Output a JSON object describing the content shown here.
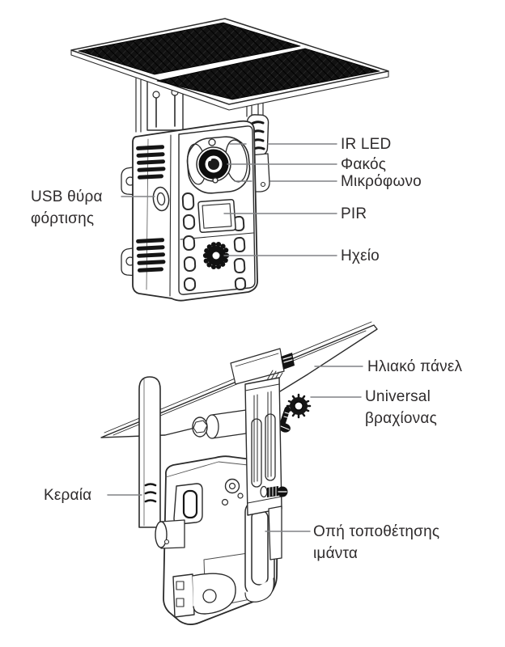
{
  "document": {
    "type": "product-parts-diagram",
    "language": "Greek",
    "background": "#ffffff"
  },
  "illustration": {
    "line_color": "#2b2b2b",
    "leader_line_color": "#808285",
    "solar_panel_fill": "#121212",
    "text_color": "#2e2b2c"
  },
  "front_view": {
    "name": "solar-camera-front-view",
    "callouts": {
      "ir_led": "IR LED",
      "lens": "Φακός",
      "microphone": "Μικρόφωνο",
      "pir": "PIR",
      "speaker": "Ηχείο",
      "usb_port": "USB θύρα\nφόρτισης"
    }
  },
  "back_view": {
    "name": "solar-camera-back-view",
    "callouts": {
      "solar_panel": "Ηλιακό πάνελ",
      "universal_bracket": "Universal\nβραχίονας",
      "antenna": "Κεραία",
      "strap_hole": "Οπή τοποθέτησης\nιμάντα"
    }
  }
}
